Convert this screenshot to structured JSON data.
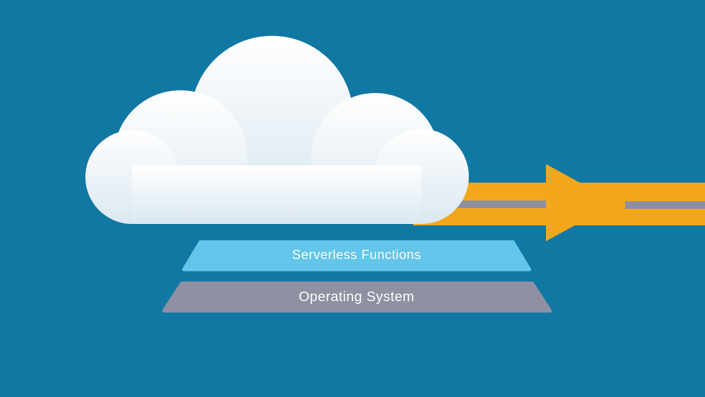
{
  "diagram": {
    "layers": [
      {
        "id": "serverless",
        "label": "Serverless Functions",
        "color": "#63c5e9"
      },
      {
        "id": "os",
        "label": "Operating System",
        "color": "#8f91a3"
      }
    ]
  },
  "icons": {
    "cloud": "cloud-icon",
    "arrow": "arrow-right-icon"
  },
  "colors": {
    "background": "#1177a3",
    "cloud_top": "#ffffff",
    "cloud_bottom": "#dbe8f1",
    "arrow_yellow": "#f3a71d",
    "arrow_stripe": "#8c90a0",
    "layer_serverless": "#63c5e9",
    "layer_os": "#8f91a3",
    "label_text": "#ffffff"
  }
}
